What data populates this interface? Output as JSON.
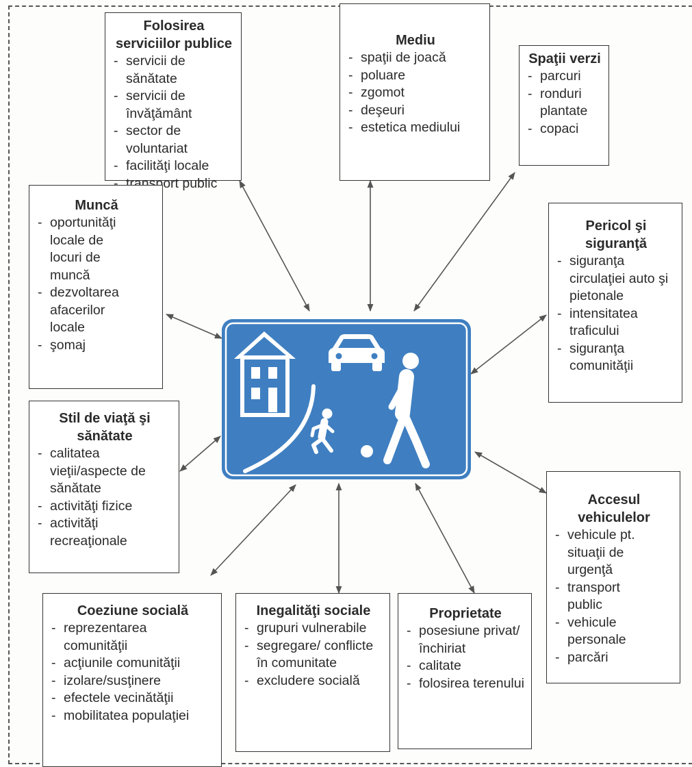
{
  "boxes": {
    "servicii": {
      "title": "Folosirea serviciilor publice",
      "items": [
        "servicii de sănătate",
        "servicii de învăţământ",
        "sector de voluntariat",
        "facilităţi locale",
        "transport public"
      ]
    },
    "mediu": {
      "title": "Mediu",
      "items": [
        "spaţii de joacă",
        "poluare",
        "zgomot",
        "deşeuri",
        "estetica mediului"
      ]
    },
    "spatii_verzi": {
      "title": "Spaţii verzi",
      "items": [
        "parcuri",
        "ronduri plantate",
        "copaci"
      ]
    },
    "munca": {
      "title": "Muncă",
      "items": [
        "oportunităţi locale de locuri de muncă",
        "dezvoltarea afacerilor locale",
        "şomaj"
      ]
    },
    "pericol": {
      "title": "Pericol şi siguranţă",
      "items": [
        "siguranţa circulaţiei auto şi pietonale",
        "intensitatea traficului",
        "siguranţa comunităţii"
      ]
    },
    "stil": {
      "title": "Stil de viaţă şi sănătate",
      "items": [
        "calitatea vieţii/aspecte de sănătate",
        "activităţi fizice",
        "activităţi recreaţionale"
      ]
    },
    "acces": {
      "title": "Accesul vehiculelor",
      "items": [
        "vehicule pt. situaţii de urgenţă",
        "transport public",
        "vehicule personale",
        "parcări"
      ]
    },
    "coeziune": {
      "title": "Coeziune socială",
      "items": [
        "reprezentarea comunităţii",
        "acţiunile comunităţii",
        "izolare/susţinere",
        "efectele vecinătăţii",
        "mobilitatea populaţiei"
      ]
    },
    "inegalitati": {
      "title": "Inegalităţi sociale",
      "items": [
        "grupuri vulnerabile",
        "segregare/ conflicte în comunitate",
        "excludere socială"
      ]
    },
    "proprietate": {
      "title": "Proprietate",
      "items": [
        "posesiune privat/închiriat",
        "calitate",
        "folosirea terenului"
      ]
    }
  },
  "colors": {
    "sign_blue": "#3f7fc1",
    "sign_white": "#ffffff",
    "arrow": "#555555",
    "border": "#333333"
  }
}
